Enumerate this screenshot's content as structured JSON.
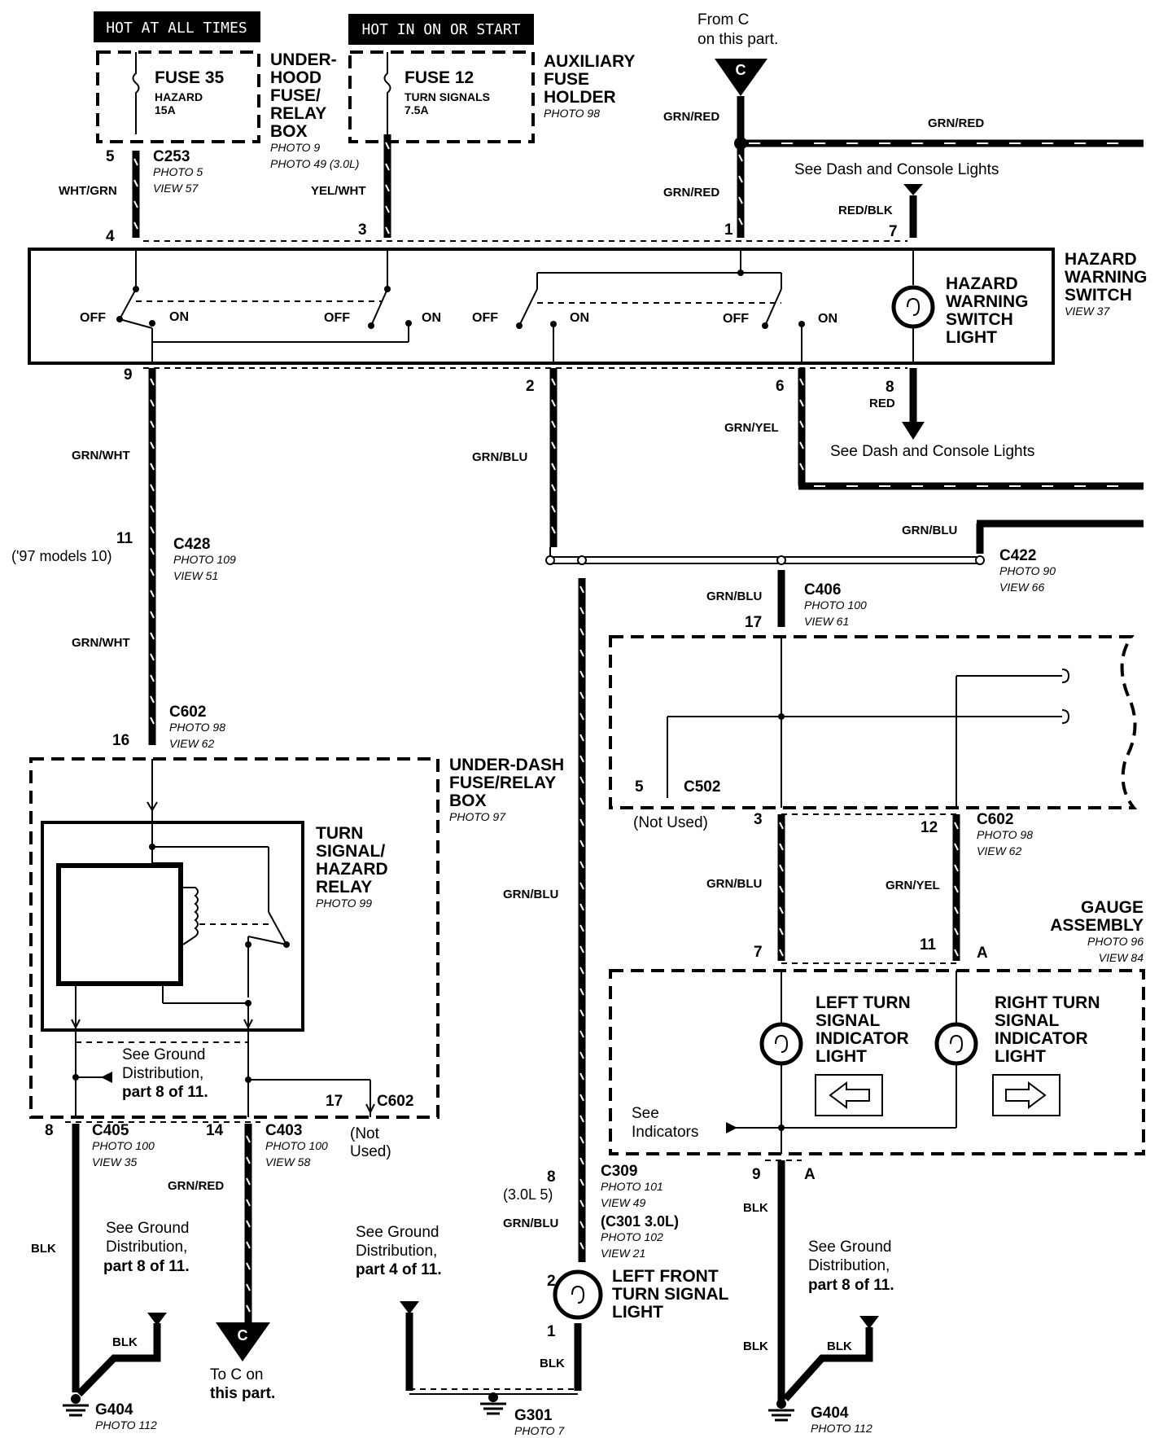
{
  "labels": {
    "hot_always": "HOT AT ALL TIMES",
    "hot_start": "HOT IN ON OR START",
    "from_c": [
      "From C",
      "on this part."
    ],
    "fuse35": [
      "FUSE 35",
      "HAZARD",
      "15A"
    ],
    "fuse12": [
      "FUSE 12",
      "TURN SIGNALS",
      "7.5A"
    ],
    "underhood": [
      "UNDER-",
      "HOOD",
      "FUSE/",
      "RELAY",
      "BOX"
    ],
    "underhood_photo": [
      "PHOTO 9",
      "PHOTO 49 (3.0L)"
    ],
    "aux": [
      "AUXILIARY",
      "FUSE",
      "HOLDER"
    ],
    "aux_photo": "PHOTO 98",
    "hazard_switch": [
      "HAZARD",
      "WARNING",
      "SWITCH"
    ],
    "hazard_switch_view": "VIEW 37",
    "hazard_light": [
      "HAZARD",
      "WARNING",
      "SWITCH",
      "LIGHT"
    ],
    "dash_lights": "See Dash and Console Lights",
    "underdash": [
      "UNDER-DASH",
      "FUSE/RELAY",
      "BOX"
    ],
    "underdash_photo": "PHOTO 97",
    "relay": [
      "TURN",
      "SIGNAL/",
      "HAZARD",
      "RELAY"
    ],
    "relay_photo": "PHOTO 99",
    "see_ground_8": [
      "See Ground",
      "Distribution,",
      "part 8 of 11."
    ],
    "see_ground_4": [
      "See Ground",
      "Distribution,",
      "part 4 of 11."
    ],
    "not_used": [
      "(Not",
      "Used)"
    ],
    "not_used_c502": "(Not Used)",
    "to_c": [
      "To C on",
      "this part."
    ],
    "gauge": [
      "GAUGE",
      "ASSEMBLY"
    ],
    "gauge_photo": [
      "PHOTO 96",
      "VIEW 84"
    ],
    "left_ind": [
      "LEFT TURN",
      "SIGNAL",
      "INDICATOR",
      "LIGHT"
    ],
    "right_ind": [
      "RIGHT TURN",
      "SIGNAL",
      "INDICATOR",
      "LIGHT"
    ],
    "see_indicators": [
      "See",
      "Indicators"
    ],
    "lf_light": [
      "LEFT FRONT",
      "TURN SIGNAL",
      "LIGHT"
    ],
    "off": "OFF",
    "on": "ON",
    "c_letter": "C"
  },
  "connectors": {
    "c253": [
      "C253",
      "PHOTO 5",
      "VIEW 57"
    ],
    "c428": [
      "C428",
      "PHOTO 109",
      "VIEW 51"
    ],
    "c602_top": [
      "C602",
      "PHOTO 98",
      "VIEW 62"
    ],
    "c602_right": [
      "C602",
      "PHOTO 98",
      "VIEW 62"
    ],
    "c602_small": "C602",
    "c422": [
      "C422",
      "PHOTO 90",
      "VIEW 66"
    ],
    "c406": [
      "C406",
      "PHOTO 100",
      "VIEW 61"
    ],
    "c502": "C502",
    "c405": [
      "C405",
      "PHOTO 100",
      "VIEW 35"
    ],
    "c403": [
      "C403",
      "PHOTO 100",
      "VIEW 58"
    ],
    "c309": [
      "C309",
      "PHOTO 101",
      "VIEW 49",
      "(C301 3.0L)",
      "PHOTO 102",
      "VIEW 21"
    ],
    "g404_left": [
      "G404",
      "PHOTO 112"
    ],
    "g404_right": [
      "G404",
      "PHOTO 112"
    ],
    "g301": [
      "G301",
      "PHOTO 7"
    ]
  },
  "wires": {
    "wht_grn": "WHT/GRN",
    "yel_wht": "YEL/WHT",
    "grn_red": "GRN/RED",
    "red_blk": "RED/BLK",
    "grn_wht": "GRN/WHT",
    "grn_blu": "GRN/BLU",
    "grn_yel": "GRN/YEL",
    "red": "RED",
    "blk": "BLK"
  },
  "pins": {
    "p5": "5",
    "p4": "4",
    "p3": "3",
    "p1": "1",
    "p7": "7",
    "p9": "9",
    "p2": "2",
    "p6": "6",
    "p8": "8",
    "p11": "11",
    "p97": "('97 models 10)",
    "p16": "16",
    "p17": "17",
    "p12": "12",
    "pA": "A",
    "p14": "14",
    "p30l5": "(3.0L 5)"
  }
}
